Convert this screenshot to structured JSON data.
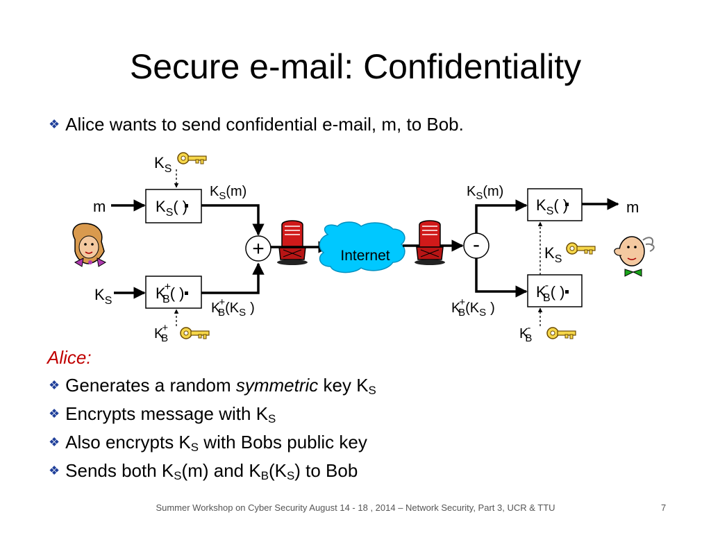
{
  "slide": {
    "title": "Secure e-mail: Confidentiality",
    "intro": "Alice wants to send confidential e-mail, m, to Bob."
  },
  "diagram": {
    "m_left": "m",
    "m_right": "m",
    "ks_top_K": "K",
    "ks_top_S": "S",
    "ks_func_K": "K",
    "ks_func_S": "S",
    "ks_func_tail": "( )",
    "ksm_left_K": "K",
    "ksm_left_S": "S",
    "ksm_left_tail": "(m)",
    "ksm_right_K": "K",
    "ksm_right_S": "S",
    "ksm_right_tail": "(m)",
    "ks_in_K": "K",
    "ks_in_S": "S",
    "kb_func_K": "K",
    "kb_func_B": "B",
    "kb_func_plus": "+",
    "kb_func_tail": "( )",
    "kbks_left_K": "K",
    "kbks_left_plus": "+",
    "kbks_left_B": "B",
    "kbks_left_open": "(K",
    "kbks_left_S": "S",
    "kbks_left_close": ")",
    "kb_key_K": "K",
    "kb_key_plus": "+",
    "kb_key_B": "B",
    "plus_symbol": "+",
    "minus_symbol": "-",
    "internet": "Internet",
    "ks_dec_K": "K",
    "ks_dec_S": "S",
    "ks_dec_tail": "( )",
    "ks_right_K": "K",
    "ks_right_S": "S",
    "kbks_right_K": "K",
    "kbks_right_plus": "+",
    "kbks_right_B": "B",
    "kbks_right_open": "(K",
    "kbks_right_S": "S",
    "kbks_right_close": ")",
    "kbm_func_K": "K",
    "kbm_func_minus": "-",
    "kbm_func_B": "B",
    "kbm_func_tail": "( )",
    "kbm_key_K": "K",
    "kbm_key_minus": "-",
    "kbm_key_B": "B"
  },
  "alice": {
    "heading": "Alice:",
    "b1_pre": "Generates a random ",
    "b1_em": "symmetric",
    "b1_post": " key K",
    "b1_sub": "S",
    "b2_pre": "Encrypts message with K",
    "b2_sub": "S",
    "b3_pre": "Also encrypts K",
    "b3_sub": "S",
    "b3_post": " with Bobs public key",
    "b4_a": "Sends both K",
    "b4_sub1": "S",
    "b4_b": "(m) and K",
    "b4_sub2": "B",
    "b4_c": "(K",
    "b4_sub3": "S",
    "b4_d": ") to Bob"
  },
  "footer": {
    "text": "Summer Workshop on Cyber Security August 14 - 18 , 2014 – Network Security, Part 3, UCR & TTU",
    "page": "7"
  },
  "icons": {
    "bullet": "diamond-bullet-icon",
    "key": "key-icon",
    "router": "router-icon",
    "cloud": "internet-cloud-icon",
    "person_alice": "alice-figure-icon",
    "person_bob": "bob-figure-icon"
  },
  "colors": {
    "bullet": "#1f3f9a",
    "alice_heading": "#c00000",
    "cloud": "#00c8ff",
    "key": "#f6d74a",
    "router": "#d01a1a"
  }
}
